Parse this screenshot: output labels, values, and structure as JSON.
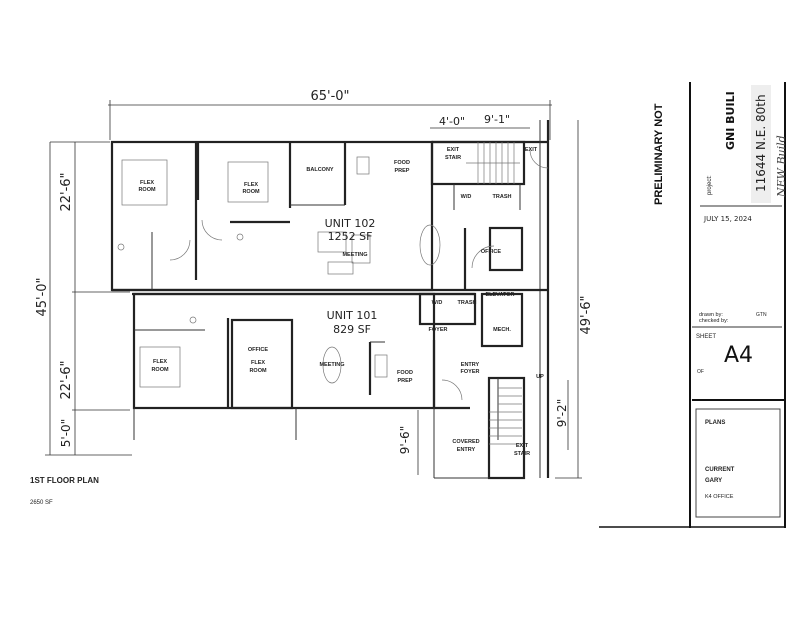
{
  "plan": {
    "title": "1ST FLOOR PLAN",
    "total_area": "2650 SF",
    "dimensions": {
      "overall_width": "65'-0\"",
      "stair_offset": "4'-0\"",
      "stair_width": "9'-1\"",
      "upper_depth": "22'-6\"",
      "overall_depth": "45'-0\"",
      "lower_depth": "22'-6\"",
      "covered_depth": "5'-0\"",
      "right_depth": "49'-6\"",
      "lower_stair": "9'-2\"",
      "entry_depth": "9'-6\""
    },
    "units": [
      {
        "name": "UNIT  102",
        "area": "1252 SF"
      },
      {
        "name": "UNIT  101",
        "area": "829 SF"
      }
    ],
    "rooms": {
      "flex_room": "FLEX ROOM",
      "flex": "FLEX",
      "room": "ROOM",
      "balcony": "BALCONY",
      "food": "FOOD",
      "prep": "PREP",
      "exit": "EXIT",
      "stair": "STAIR",
      "up": "UP",
      "wd": "W/D",
      "trash": "TRASH",
      "meeting": "MEETING",
      "office": "OFFICE",
      "elevator": "ELEVATOR",
      "mech": "MECH.",
      "foyer": "FOYER",
      "entry": "ENTRY",
      "covered": "COVERED"
    }
  },
  "title_block": {
    "stamp": "PRELIMINARY NOT",
    "project_label": "project:",
    "project_name": "GNI  BUILI",
    "address": "11644 N.E. 80th",
    "note": "NEW Build",
    "date": "JULY 15, 2024",
    "drawn_by_label": "drawn by:",
    "drawn_by": "GTN",
    "checked_by_label": "checked by:",
    "sheet_label": "SHEET",
    "sheet_number": "A4",
    "of_label": "OF",
    "plans_label": "PLANS",
    "notes": [
      "CURRENT",
      "GARY",
      "K4 OFFICE"
    ]
  }
}
